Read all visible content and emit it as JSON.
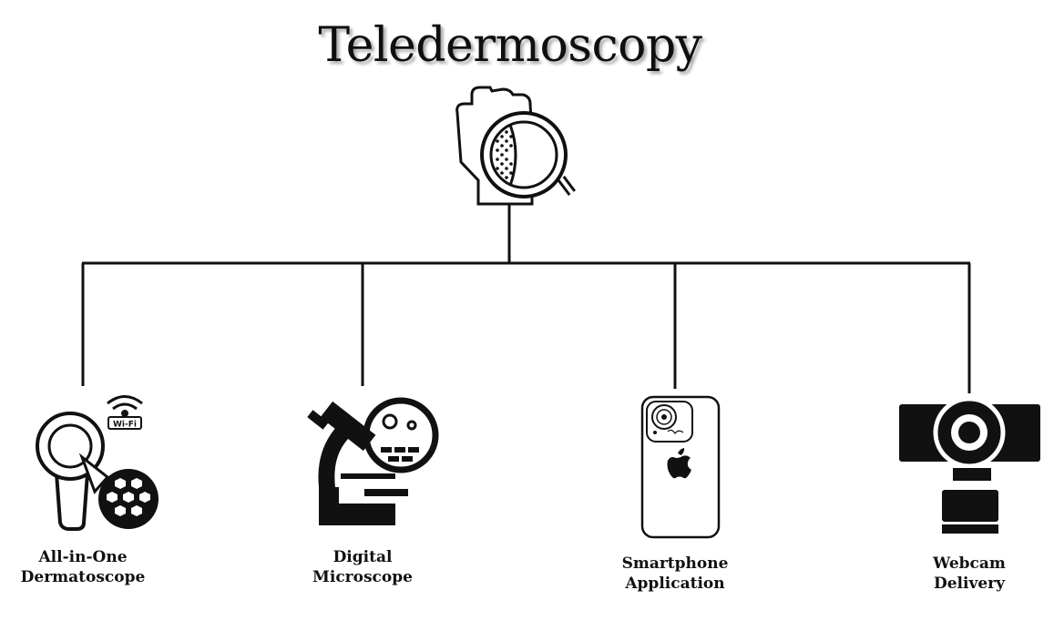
{
  "title": "Teledermoscopy",
  "root_icon": "hand-magnifier-icon",
  "branches": [
    {
      "lines": [
        "All-in-One",
        "Dermatoscope"
      ],
      "icon": "wifi-dermatoscope-icon",
      "wifi_label": "Wi-Fi"
    },
    {
      "lines": [
        "Digital",
        "Microscope"
      ],
      "icon": "microscope-icon"
    },
    {
      "lines": [
        "Smartphone",
        "Application"
      ],
      "icon": "smartphone-icon"
    },
    {
      "lines": [
        "Webcam",
        "Delivery"
      ],
      "icon": "webcam-icon"
    }
  ],
  "colors": {
    "stroke": "#111111",
    "background": "#ffffff"
  }
}
